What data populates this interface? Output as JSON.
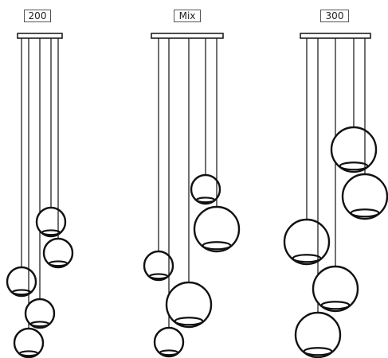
{
  "config_labels": {
    "left": "200",
    "middle": "Mix",
    "right": "300"
  },
  "colors": {
    "stroke": "#111111",
    "label_border": "#555555",
    "background": "#ffffff"
  },
  "configurations": [
    {
      "label": "200",
      "pendant_count": 5
    },
    {
      "label": "Mix",
      "pendant_count": 5
    },
    {
      "label": "300",
      "pendant_count": 5
    }
  ]
}
